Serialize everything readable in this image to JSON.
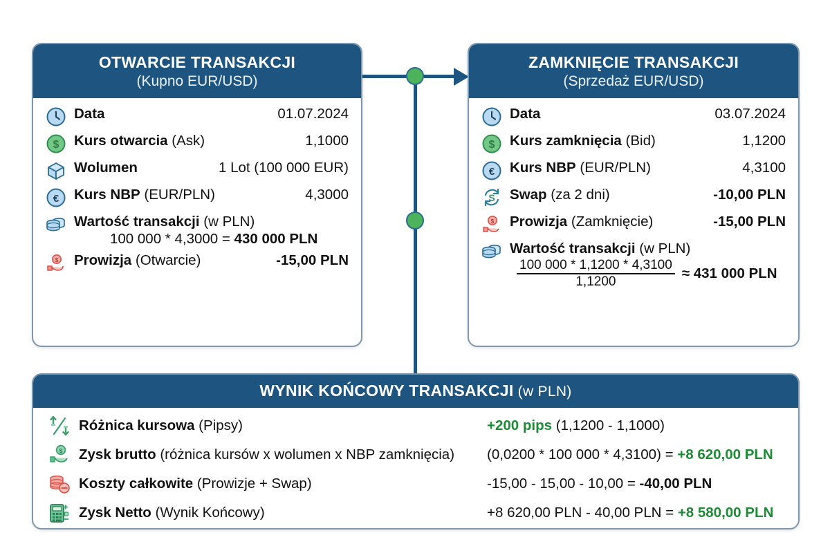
{
  "colors": {
    "header_blue": "#1d5480",
    "accent_green": "#1e8a36",
    "node_green": "#4cb35a",
    "card_border": "#7d97ae"
  },
  "open_card": {
    "title": "OTWARCIE TRANSAKCJI",
    "subtitle": "(Kupno EUR/USD)",
    "rows": [
      {
        "icon": "clock-icon",
        "label": "Data",
        "sub": "",
        "value": "01.07.2024"
      },
      {
        "icon": "dollar-circle-icon",
        "label": "Kurs otwarcia",
        "sub": " (Ask)",
        "value": "1,1000"
      },
      {
        "icon": "box-icon",
        "label": "Wolumen",
        "sub": "",
        "value": "1 Lot (100 000 EUR)"
      },
      {
        "icon": "euro-circle-icon",
        "label": "Kurs NBP",
        "sub": " (EUR/PLN)",
        "value": "4,3000"
      }
    ],
    "value_row": {
      "icon": "coin-stack-icon",
      "label": "Wartość transakcji",
      "sub": " (w PLN)",
      "formula_prefix": "100 000 * 4,3000 = ",
      "formula_result": "430 000 PLN"
    },
    "commission_row": {
      "icon": "hand-coin-pink-icon",
      "label": "Prowizja",
      "sub": " (Otwarcie)",
      "value": "-15,00 PLN"
    }
  },
  "close_card": {
    "title": "ZAMKNIĘCIE TRANSAKCJI",
    "subtitle": "(Sprzedaż EUR/USD)",
    "rows": [
      {
        "icon": "clock-icon",
        "label": "Data",
        "sub": "",
        "value": "03.07.2024",
        "bold": false
      },
      {
        "icon": "dollar-circle-icon",
        "label": "Kurs zamknięcia",
        "sub": " (Bid)",
        "value": "1,1200",
        "bold": false
      },
      {
        "icon": "euro-circle-icon",
        "label": "Kurs NBP",
        "sub": " (EUR/PLN)",
        "value": "4,3100",
        "bold": false
      },
      {
        "icon": "swap-icon",
        "label": "Swap",
        "sub": " (za 2 dni)",
        "value": "-10,00 PLN",
        "bold": true
      },
      {
        "icon": "hand-coin-pink-icon",
        "label": "Prowizja",
        "sub": " (Zamknięcie)",
        "value": "-15,00 PLN",
        "bold": true
      }
    ],
    "value_row": {
      "icon": "coin-stack-icon",
      "label": "Wartość transakcji",
      "sub": " (w PLN)",
      "numerator": "100 000 * 1,1200 * 4,3100",
      "denominator": "1,1200",
      "result": "≈ 431 000 PLN"
    }
  },
  "result_card": {
    "title": "WYNIK KOŃCOWY TRANSAKCJI",
    "title_sub": " (w PLN)",
    "rows": [
      {
        "icon": "updown-arrows-icon",
        "label": "Różnica kursowa",
        "sub": " (Pipsy)",
        "value_green": "+200 pips",
        "value_plain": " (1,1200 - 1,1000)",
        "value_bold": "",
        "value_tail": ""
      },
      {
        "icon": "hand-coin-green-icon",
        "label": "Zysk brutto",
        "sub": " (różnica kursów x wolumen x NBP zamknięcia)",
        "value_plain_pre": "(0,0200 * 100 000 * 4,3100) = ",
        "value_green": "+8 620,00 PLN"
      },
      {
        "icon": "coin-stack-minus-icon",
        "label": "Koszty całkowite",
        "sub": " (Prowizje + Swap)",
        "value_plain_pre": "-15,00 - 15,00 - 10,00 = ",
        "value_bold": "-40,00 PLN"
      },
      {
        "icon": "calculator-icon",
        "label": "Zysk Netto",
        "sub": " (Wynik Końcowy)",
        "value_plain_pre": "+8 620,00 PLN - 40,00 PLN = ",
        "value_green": "+8 580,00 PLN"
      }
    ]
  }
}
